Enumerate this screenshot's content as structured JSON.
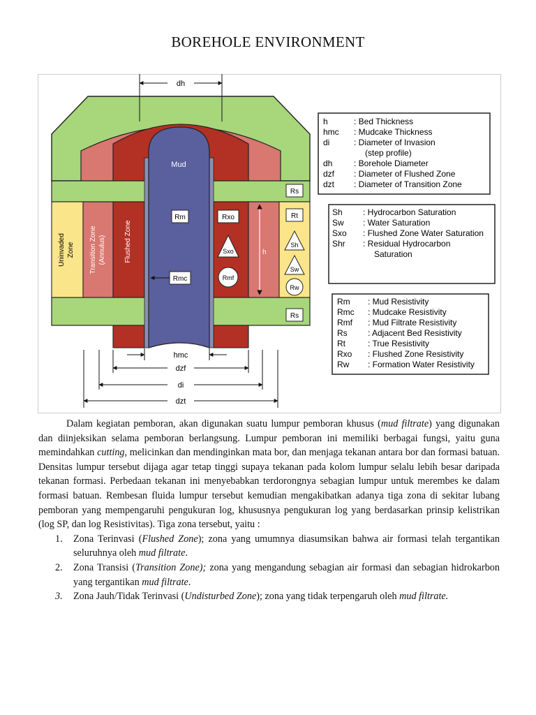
{
  "page": {
    "title": "BOREHOLE ENVIRONMENT"
  },
  "figure": {
    "center_label": "Mud",
    "zone_labels": {
      "uninvaded": [
        "Uninvaded",
        "Zone"
      ],
      "transition": [
        "Transition Zone",
        "(Annulus)"
      ],
      "flushed": "Flushed Zone"
    },
    "symbols": {
      "dh": "dh",
      "hmc": "hmc",
      "dzf": "dzf",
      "di": "di",
      "dzt": "dzt",
      "h": "h",
      "Rm": "Rm",
      "Rmc": "Rmc",
      "Rxo": "Rxo",
      "Sxo": "Sxo",
      "Rmf": "Rmf",
      "Rs": "Rs",
      "Rt": "Rt",
      "Sh": "Sh",
      "Sw": "Sw",
      "Rw": "Rw"
    },
    "legend1": [
      {
        "sym": "h",
        "text": ": Bed Thickness"
      },
      {
        "sym": "hmc",
        "text": ": Mudcake Thickness"
      },
      {
        "sym": "di",
        "text": ": Diameter of Invasion"
      },
      {
        "sym": "",
        "text": "(step profile)"
      },
      {
        "sym": "dh",
        "text": ": Borehole Diameter"
      },
      {
        "sym": "dzf",
        "text": ": Diameter of Flushed Zone"
      },
      {
        "sym": "dzt",
        "text": ": Diameter of Transition Zone"
      }
    ],
    "legend2": [
      {
        "sym": "Sh",
        "text": ": Hydrocarbon Saturation"
      },
      {
        "sym": "Sw",
        "text": ": Water Saturation"
      },
      {
        "sym": "Sxo",
        "text": ": Flushed Zone Water Saturation"
      },
      {
        "sym": "Shr",
        "text": ": Residual Hydrocarbon"
      },
      {
        "sym": "",
        "text": "Saturation"
      }
    ],
    "legend3": [
      {
        "sym": "Rm",
        "text": ": Mud Resistivity"
      },
      {
        "sym": "Rmc",
        "text": ": Mudcake Resistivity"
      },
      {
        "sym": "Rmf",
        "text": ": Mud Filtrate Resistivity"
      },
      {
        "sym": "Rs",
        "text": ": Adjacent Bed Resistivity"
      },
      {
        "sym": "Rt",
        "text": ": True Resistivity"
      },
      {
        "sym": "Rxo",
        "text": ": Flushed Zone Resistivity"
      },
      {
        "sym": "Rw",
        "text": ": Formation Water Resistivity"
      }
    ],
    "colors": {
      "green": "#a8d67a",
      "red": "#b33024",
      "pink": "#d87870",
      "yellow": "#fbe58a",
      "mud": "#5a5f9e"
    }
  },
  "body": {
    "p1": {
      "a": "Dalam kegiatan pemboran, akan digunakan suatu lumpur pemboran khusus (",
      "a_em": "mud filtrate",
      "b": ") yang digunakan dan diinjeksikan selama pemboran berlangsung. Lumpur pemboran ini memiliki berbagai fungsi, yaitu guna memindahkan ",
      "b_em": "cutting",
      "c": ", melicinkan dan mendinginkan mata bor, dan menjaga tekanan antara bor dan formasi batuan. Densitas lumpur tersebut dijaga agar tetap tinggi supaya tekanan pada kolom lumpur selalu lebih besar daripada tekanan formasi. Perbedaan tekanan ini menyebabkan terdorongnya sebagian lumpur untuk merembes ke dalam formasi batuan. Rembesan fluida lumpur tersebut kemudian mengakibatkan adanya tiga zona di sekitar lubang pemboran yang mempengaruhi pengukuran log, khususnya pengukuran log yang berdasarkan prinsip kelistrikan (log SP, dan log Resistivitas). Tiga zona tersebut, yaitu :"
    },
    "list": [
      {
        "num": "1.",
        "a": "Zona Terinvasi (",
        "a_em": "Flushed Zone",
        "b": "); zona yang umumnya diasumsikan bahwa air formasi telah tergantikan seluruhnya oleh ",
        "b_em": "mud filtrate",
        "c": "."
      },
      {
        "num": "2.",
        "a": "Zona Transisi (",
        "a_em": "Transition Zone);",
        "b": " zona yang mengandung sebagian air formasi dan sebagian hidrokarbon yang tergantikan ",
        "b_em": "mud filtrate",
        "c": "."
      },
      {
        "num": "3.",
        "a": "Zona Jauh/Tidak Terinvasi (",
        "a_em": "Undisturbed Zone",
        "b": "); zona yang tidak terpengaruh oleh ",
        "b_em": "mud filtrate.",
        "c": ""
      }
    ]
  }
}
